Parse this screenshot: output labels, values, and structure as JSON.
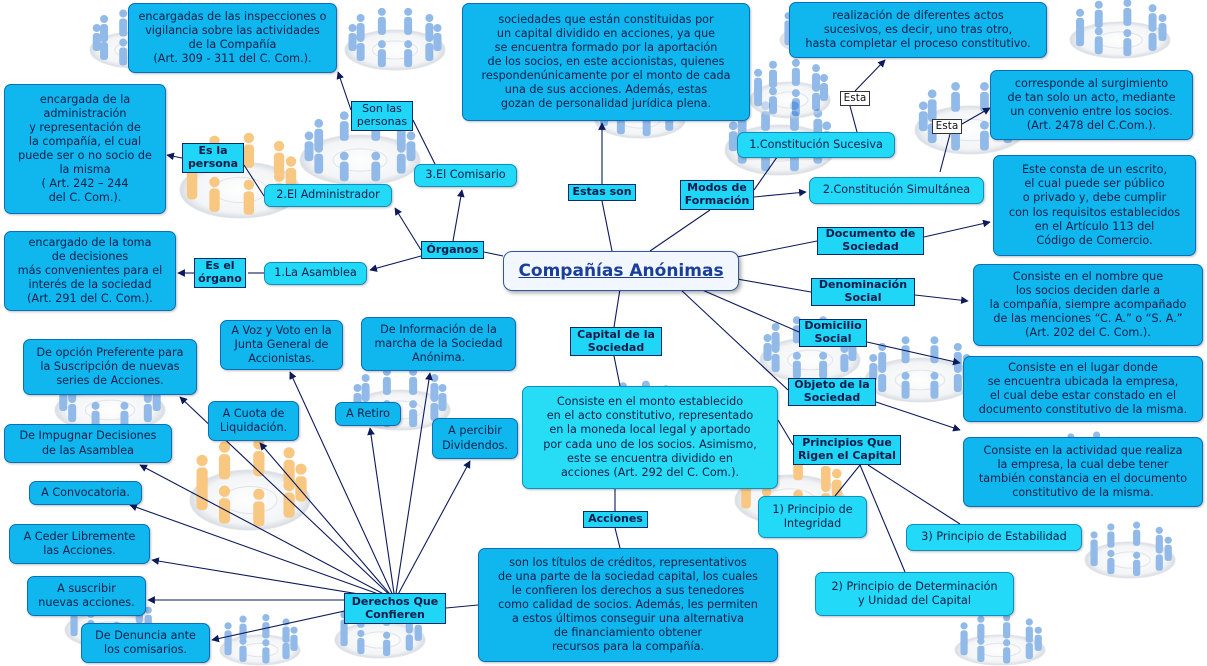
{
  "central": "Compañías Anónimas",
  "labels": {
    "organos": "Órganos",
    "es_el_organo": "Es el\nórgano",
    "es_la_persona": "Es la\npersona",
    "son_las_personas": "Son las\npersonas",
    "estas_son": "Estas son",
    "modos": "Modos de\nFormación",
    "esta1": "Esta",
    "esta2": "Esta",
    "documento": "Documento de\nSociedad",
    "denominacion": "Denominación\nSocial",
    "domicilio": "Domicilio\nSocial",
    "objeto": "Objeto de la\nSociedad",
    "capital": "Capital de la\nSociedad",
    "principios": "Principios Que\nRigen el Capital",
    "acciones": "Acciones",
    "derechos": "Derechos Que\nConfieren"
  },
  "nodes": {
    "comisario_desc": "encargadas de las inspecciones o\nvigilancia sobre las actividades\nde la Compañía\n(Art. 309 - 311 del C. Com.).",
    "administrador_desc": "encargada de la\nadministración\ny representación de\nla compañía, el cual\npuede ser o no socio de\nla misma\n( Art. 242 – 244\ndel C. Com.).",
    "asamblea_desc": "encargado de la toma\nde decisiones\nmás convenientes para el\ninterés de la sociedad\n(Art. 291 del C. Com.).",
    "administrador": "2.El Administrador",
    "comisario": "3.El Comisario",
    "asamblea": "1.La Asamblea",
    "sociedades_desc": "sociedades que están constituidas por\nun capital dividido en acciones, ya que\nse encuentra formado por la aportación\nde los socios, en este accionistas, quienes\nrespondenúnicamente por el monto de cada\nuna de sus acciones. Además, estas\ngozan de personalidad jurídica plena.",
    "sucesiva_desc": "realización de diferentes actos\nsucesivos, es decir, uno tras otro,\nhasta completar el proceso constitutivo.",
    "simultanea_desc": "corresponde al surgimiento\nde tan solo un acto, mediante\nun convenio entre los socios.\n(Art. 2478 del C.Com.).",
    "sucesiva": "1.Constitución Sucesiva",
    "simultanea": "2.Constitución Simultánea",
    "documento_desc": "Este consta de un escrito,\nel cual puede ser público\no privado y, debe cumplir\ncon los requisitos establecidos\nen el Artículo 113 del\nCódigo de Comercio.",
    "denominacion_desc": "Consiste en el nombre que\nlos socios deciden darle a\nla compañía, siempre acompañado\nde las menciones  “C. A.” o “S. A.”\n(Art. 202 del C. Com.).",
    "domicilio_desc": "Consiste en el lugar donde\nse encuentra ubicada la empresa,\nel cual debe estar constado en el\ndocumento constitutivo de la misma.",
    "objeto_desc": "Consiste en la actividad que realiza\nla empresa, la cual debe tener\ntambién constancia en el documento\nconstitutivo de la misma.",
    "capital_desc": "Consiste en el monto establecido\nen el acto constitutivo, representado\nen la moneda local legal y aportado\npor cada uno de los socios. Asimismo,\neste se encuentra dividido en\nacciones (Art. 292 del C. Com.).",
    "integridad": "1) Principio de\nIntegridad",
    "estabilidad": "3) Principio de Estabilidad",
    "determinacion": "2) Principio de Determinación\ny Unidad del Capital",
    "acciones_desc": "son los títulos de créditos, representativos\nde una parte de la sociedad capital, los cuales\nle confieren los derechos a sus tenedores\ncomo calidad de socios. Además, les permiten\na estos últimos conseguir una alternativa\nde financiamiento obtener\nrecursos para la compañía.",
    "voz_voto": "A Voz y Voto en la\nJunta General de\nAccionistas.",
    "informacion": "De Información de la\nmarcha de la Sociedad\nAnónima.",
    "preferente": "De opción Preferente para\nla Suscripción de nuevas\nseries de Acciones.",
    "cuota": "A Cuota de\nLiquidación.",
    "retiro": "A Retiro",
    "dividendos": "A percibir\nDividendos.",
    "impugnar": "De Impugnar Decisiones\nde las Asamblea",
    "convocatoria": "A Convocatoria.",
    "ceder": "A Ceder Libremente\nlas Acciones.",
    "suscribir": "A suscribir\nnuevas acciones.",
    "denuncia": "De Denuncia ante\nlos comisarios."
  },
  "colors": {
    "node": "#0fb7ee",
    "label": "#20d6f7",
    "line": "#0d1a5c",
    "title": "#1a3f9a"
  }
}
